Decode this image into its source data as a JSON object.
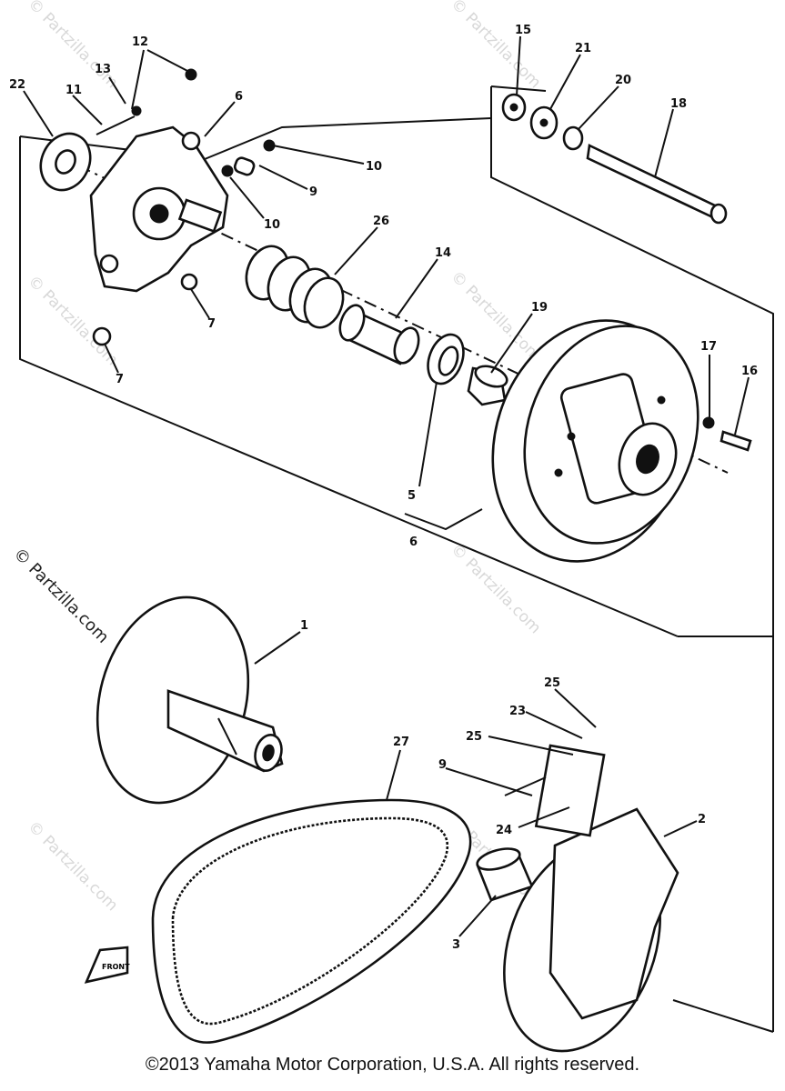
{
  "watermark": "© Partzilla.com",
  "copyright": "©2013 Yamaha Motor Corporation, U.S.A. All rights reserved.",
  "callouts": {
    "c1": "1",
    "c2": "2",
    "c3": "3",
    "c5": "5",
    "c6": "6",
    "c6b": "6",
    "c7a": "7",
    "c7b": "7",
    "c9a": "9",
    "c9b": "9",
    "c10a": "10",
    "c10b": "10",
    "c11": "11",
    "c12": "12",
    "c13": "13",
    "c14": "14",
    "c15": "15",
    "c16": "16",
    "c17": "17",
    "c18": "18",
    "c19": "19",
    "c20": "20",
    "c21": "21",
    "c22": "22",
    "c23": "23",
    "c24": "24",
    "c25a": "25",
    "c25b": "25",
    "c26": "26",
    "c27": "27"
  },
  "front_tag": "FRONT"
}
